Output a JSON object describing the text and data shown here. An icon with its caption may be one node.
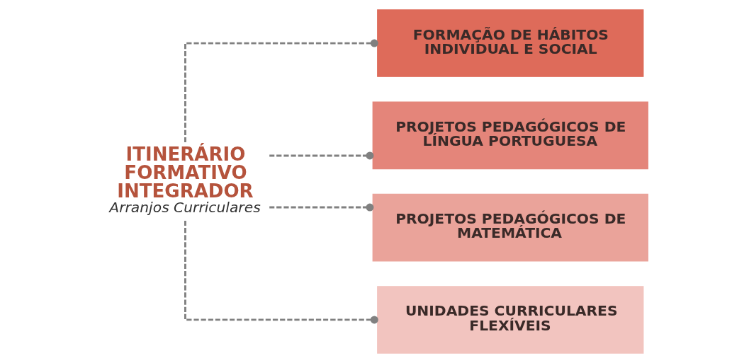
{
  "diagram": {
    "nodes": [
      {
        "text": [
          "ITINERÁRIO FORMATIVO INTEGRADOR",
          "Arranjos Curriculares"
        ]
      },
      {
        "text": [
          "FORMAÇÃO DE HÁBITOS INDIVIDUAL E SOCIAL"
        ]
      },
      {
        "text": [
          "PROJETOS PEDAGÓGICOS DE LÍNGUA PORTUGUESA"
        ]
      },
      {
        "text": [
          "PROJETOS PEDAGÓGICOS DE MATEMÁTICA"
        ]
      },
      {
        "text": [
          "UNIDADES CURRICULARES FLEXÍVEIS"
        ]
      }
    ],
    "edges": [
      {
        "from": 0,
        "to": 1,
        "arrow": "other",
        "style": "dashed"
      },
      {
        "from": 0,
        "to": 2,
        "arrow": "other",
        "style": "dashed"
      },
      {
        "from": 0,
        "to": 3,
        "arrow": "other",
        "style": "dashed"
      },
      {
        "from": 0,
        "to": 4,
        "arrow": "other",
        "style": "dashed"
      }
    ]
  }
}
